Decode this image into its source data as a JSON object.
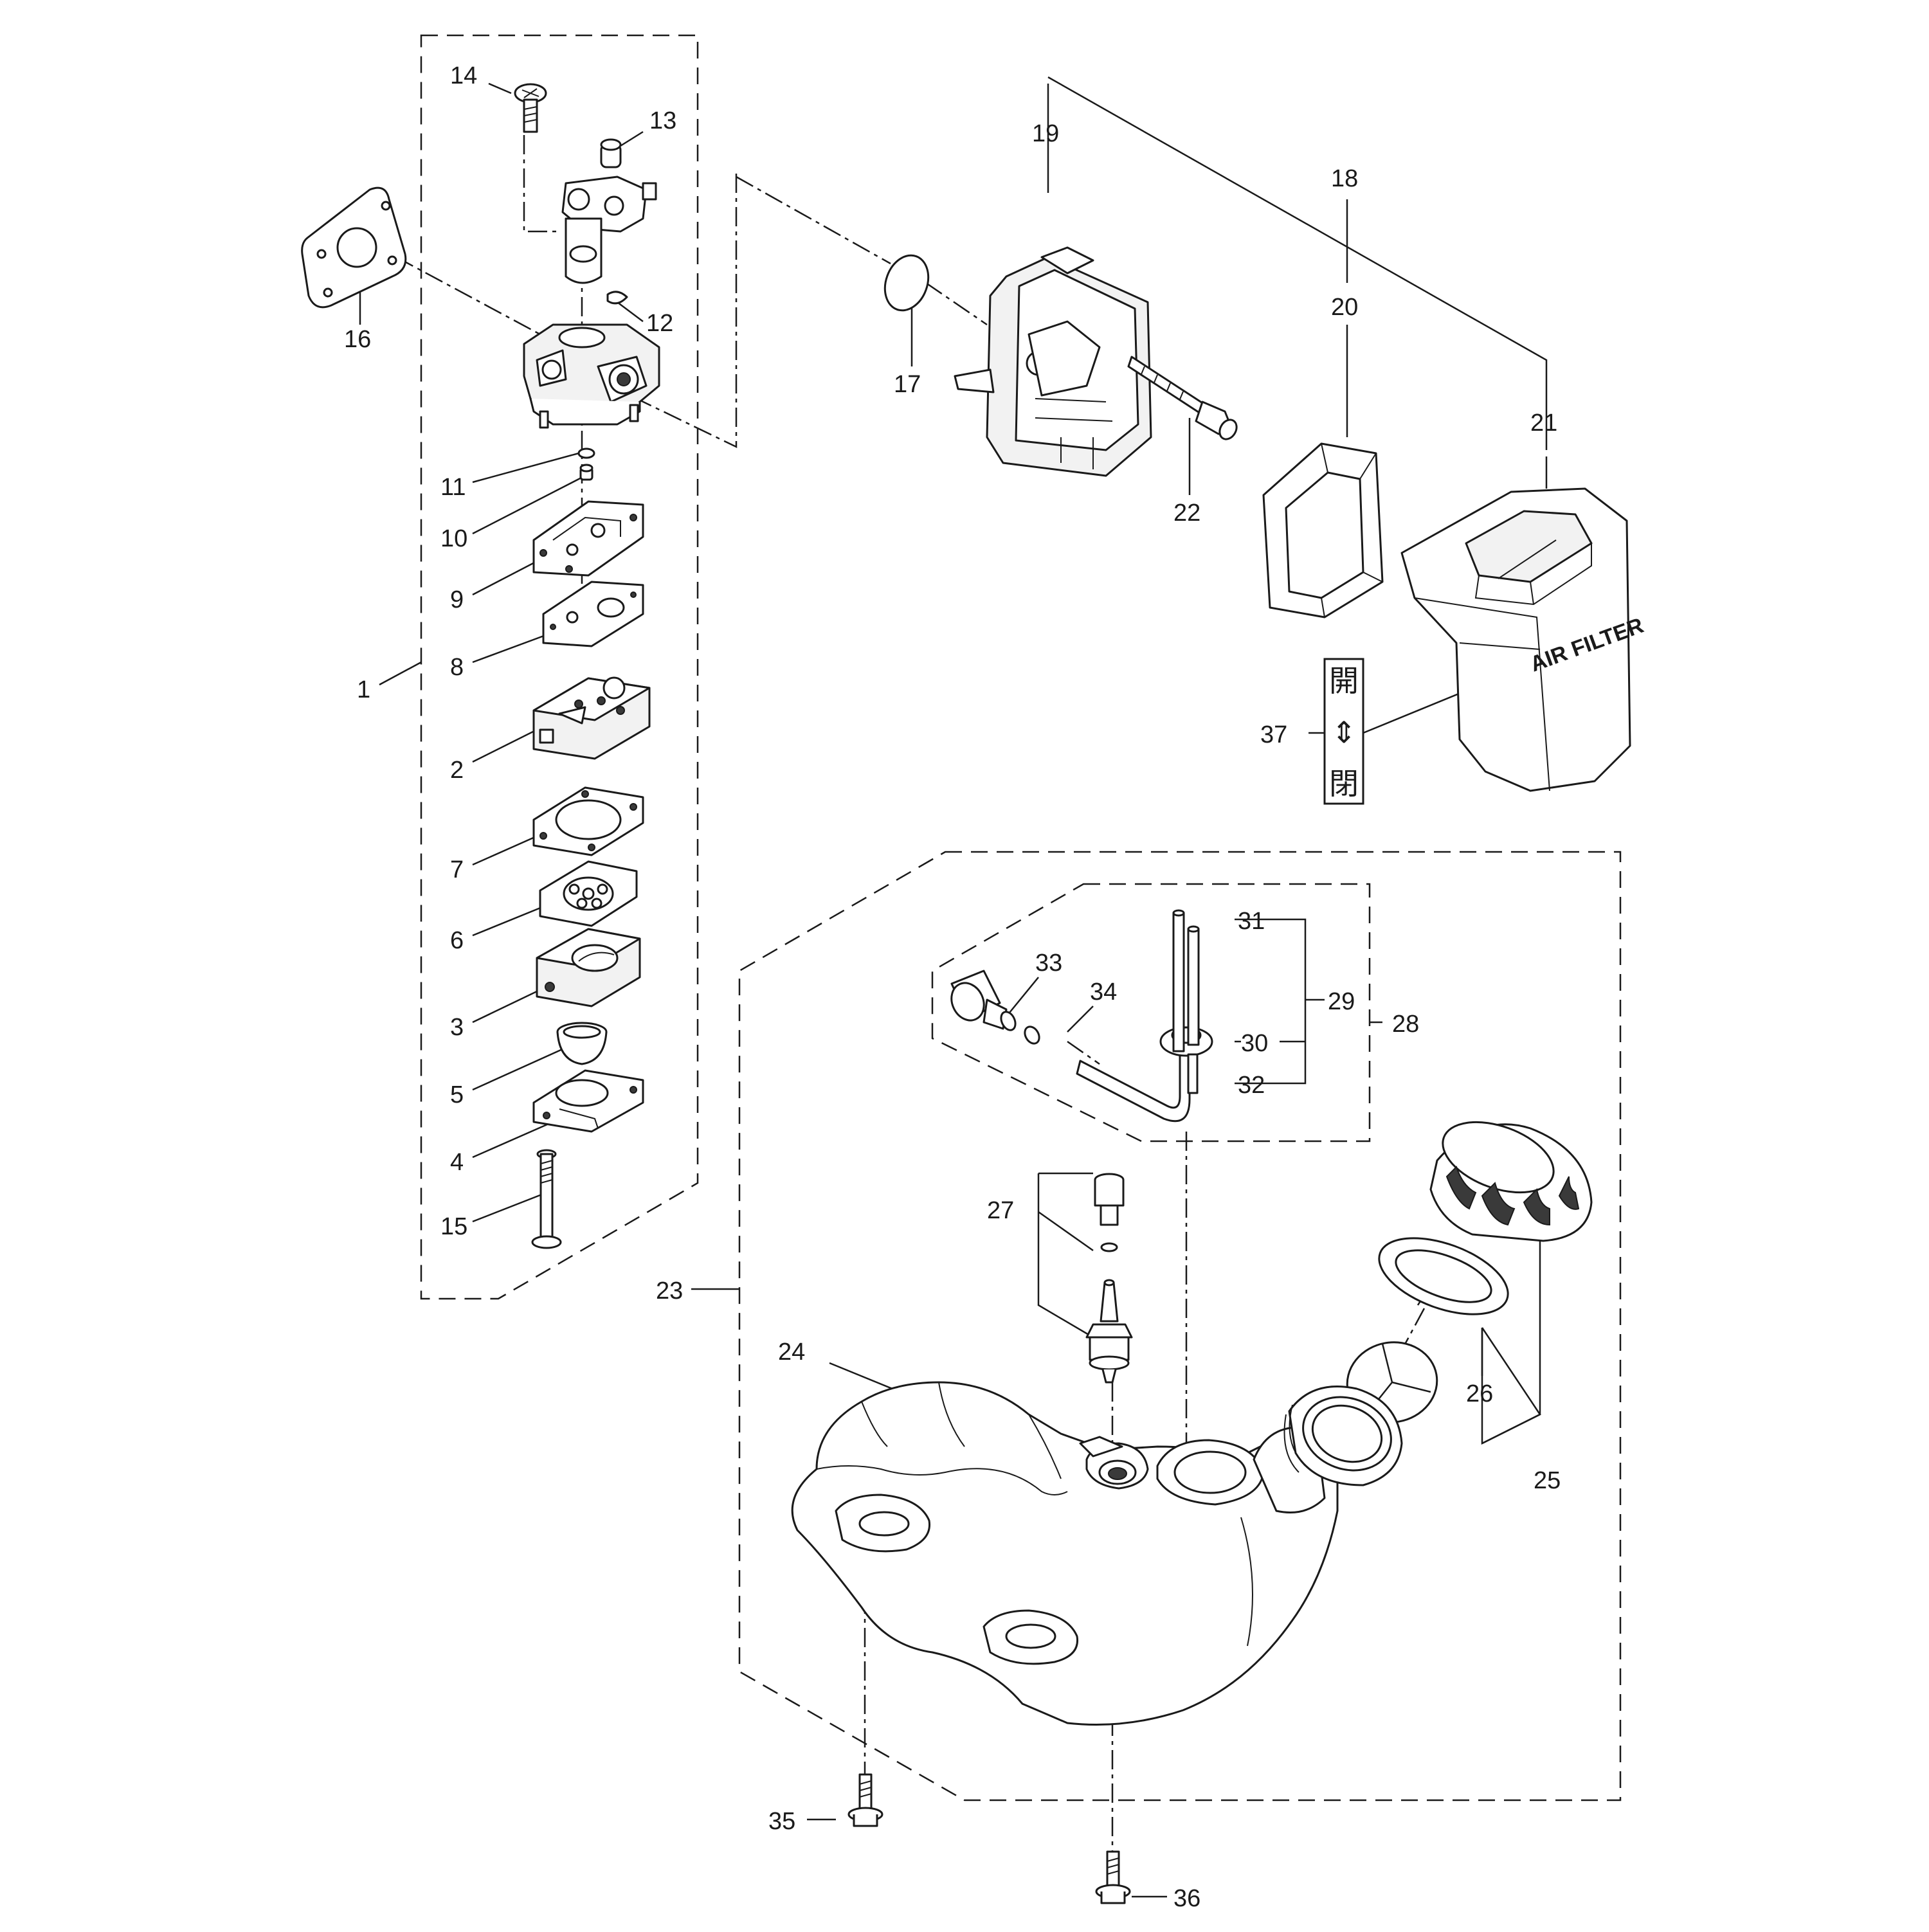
{
  "diagram": {
    "part_numbers": [
      "1",
      "2",
      "3",
      "4",
      "5",
      "6",
      "7",
      "8",
      "9",
      "10",
      "11",
      "12",
      "13",
      "14",
      "15",
      "16",
      "17",
      "18",
      "19",
      "20",
      "21",
      "22",
      "23",
      "24",
      "25",
      "26",
      "27",
      "28",
      "29",
      "30",
      "31",
      "32",
      "33",
      "34",
      "35",
      "36",
      "37"
    ],
    "air_filter_cover_text": "AIR FILTER",
    "decal": {
      "top": "開",
      "arrow": "⇕",
      "bottom": "閉"
    }
  }
}
